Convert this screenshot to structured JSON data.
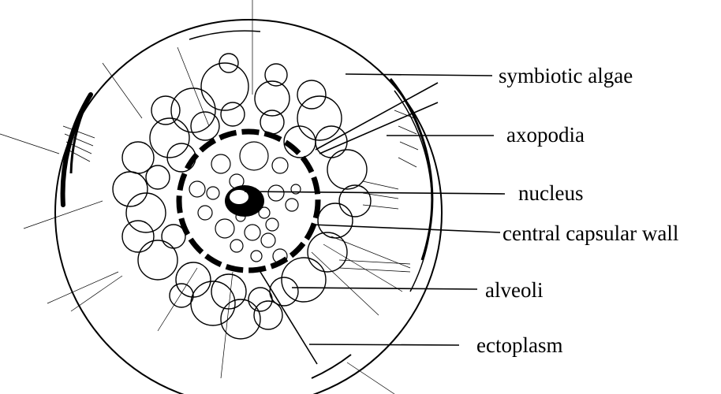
{
  "labels": {
    "symbiotic_algae": "symbiotic algae",
    "axopodia": "axopodia",
    "nucleus": "nucleus",
    "central_capsular_wall": "central capsular wall",
    "alveoli": "alveoli",
    "ectoplasm": "ectoplasm"
  },
  "colors": {
    "ink": "#000000",
    "background": "#ffffff"
  }
}
